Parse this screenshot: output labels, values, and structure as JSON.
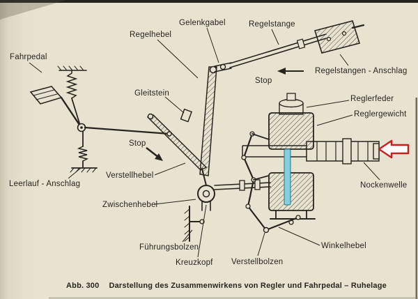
{
  "figure": {
    "caption_number": "Abb. 300",
    "caption_text": "Darstellung des Zusammenwirkens von Regler und Fahrpedal – Ruhelage"
  },
  "labels": {
    "fahrpedal": "Fahrpedal",
    "regelhebel": "Regelhebel",
    "gelenkgabel": "Gelenkgabel",
    "regelstange": "Regelstange",
    "regelstangen_anschlag": "Regelstangen - Anschlag",
    "gleitstein": "Gleitstein",
    "stop_regelstange": "Stop",
    "stop_verstellhebel": "Stop",
    "reglerfeder": "Reglerfeder",
    "reglergewicht": "Reglergewicht",
    "leerlauf_anschlag": "Leerlauf - Anschlag",
    "verstellhebel": "Verstellhebel",
    "zwischenhebel": "Zwischenhebel",
    "nockenwelle": "Nockenwelle",
    "fuehrungsbolzen": "Führungsbolzen",
    "kreuzkopf": "Kreuzkopf",
    "verstellbolzen": "Verstellbolzen",
    "winkelhebel": "Winkelhebel"
  },
  "colors": {
    "paper": "#e8e3d1",
    "ink": "#26241e",
    "highlight_rod": "#82cfe0",
    "arrow_red": "#c4221f"
  }
}
